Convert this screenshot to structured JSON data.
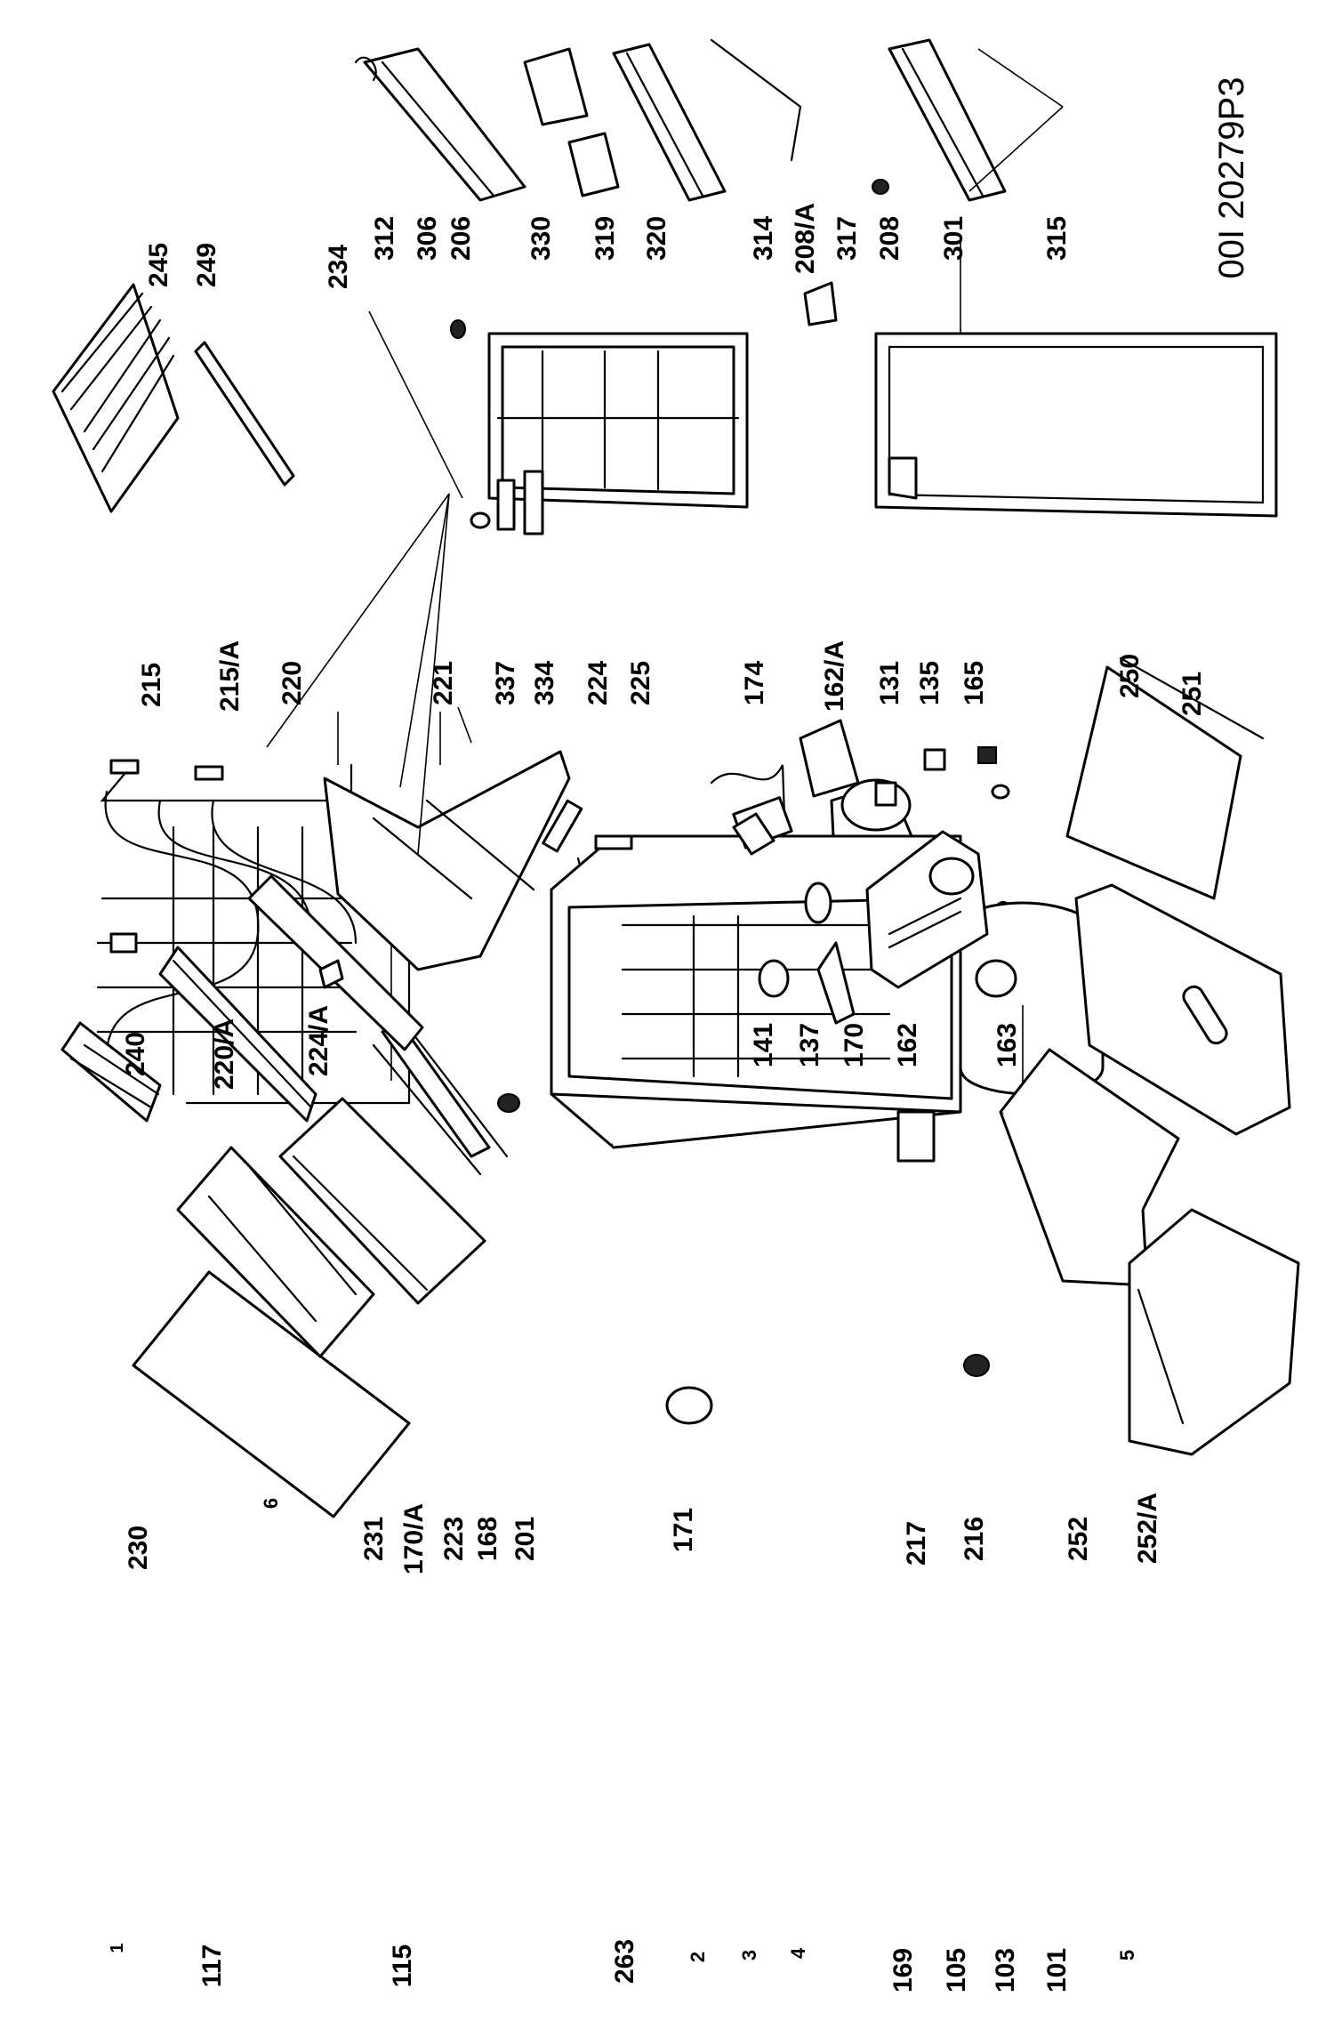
{
  "drawing_code": "00I 20279P3",
  "parts": {
    "p1": "1",
    "p2": "2",
    "p3": "3",
    "p4": "4",
    "p5": "5",
    "p6": "6",
    "p101": "101",
    "p103": "103",
    "p105": "105",
    "p115": "115",
    "p117": "117",
    "p131": "131",
    "p135": "135",
    "p137": "137",
    "p141": "141",
    "p162": "162",
    "p162a": "162/A",
    "p163": "163",
    "p165": "165",
    "p168": "168",
    "p169": "169",
    "p170": "170",
    "p170a": "170/A",
    "p171": "171",
    "p174": "174",
    "p201": "201",
    "p206": "206",
    "p208": "208",
    "p208a": "208/A",
    "p215": "215",
    "p215a": "215/A",
    "p216": "216",
    "p217": "217",
    "p220": "220",
    "p220a": "220/A",
    "p221": "221",
    "p223": "223",
    "p224": "224",
    "p224a": "224/A",
    "p225": "225",
    "p230": "230",
    "p231": "231",
    "p234": "234",
    "p240": "240",
    "p245": "245",
    "p249": "249",
    "p250": "250",
    "p251": "251",
    "p252": "252",
    "p252a": "252/A",
    "p263": "263",
    "p301": "301",
    "p306": "306",
    "p312": "312",
    "p314": "314",
    "p315": "315",
    "p317": "317",
    "p319": "319",
    "p320": "320",
    "p330": "330",
    "p334": "334",
    "p337": "337"
  }
}
